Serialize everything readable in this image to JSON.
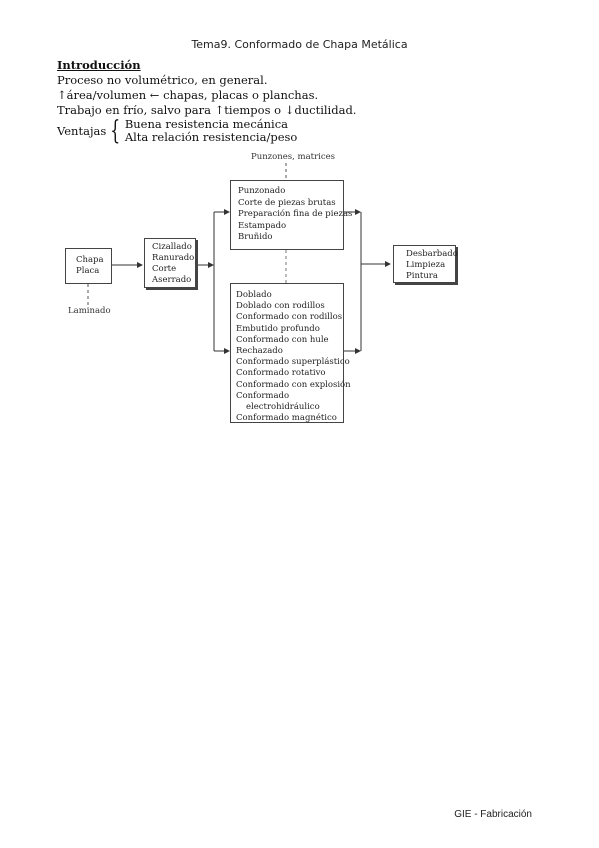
{
  "page": {
    "header_title": "Tema9. Conformado de Chapa Metálica",
    "footer": "GIE - Fabricación"
  },
  "intro": {
    "heading": "Introducción",
    "lines": [
      "Proceso no volumétrico, en general.",
      "↑área/volumen ← chapas, placas o planchas.",
      "Trabajo en frío, salvo para ↑tiempos o ↓ductilidad."
    ],
    "ventajas_label": "Ventajas",
    "ventajas_brace": "{",
    "ventajas": [
      "Buena resistencia mecánica",
      "Alta relación resistencia/peso"
    ]
  },
  "diagram": {
    "top_label": "Punzones, matrices",
    "bottom_label": "Laminado",
    "chapa_box": [
      "Chapa",
      "Placa"
    ],
    "cut_box": [
      "Cizallado",
      "Ranurado",
      "Corte",
      "Aserrado"
    ],
    "upper_box": [
      "Punzonado",
      "Corte de piezas brutas",
      "Preparación fina de piezas",
      "Estampado",
      "Bruñido"
    ],
    "lower_box": [
      "Doblado",
      "Doblado con rodillos",
      "Conformado con rodillos",
      "Embutido profundo",
      "Conformado con hule",
      "Rechazado",
      "Conformado superplástico",
      "Conformado rotativo",
      "Conformado con explosión",
      "Conformado",
      "electrohidráulico",
      "Conformado magnético"
    ],
    "final_box": [
      "Desbarbado",
      "Limpieza",
      "Pintura"
    ]
  }
}
